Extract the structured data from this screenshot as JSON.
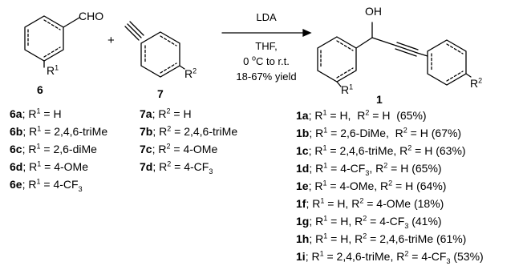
{
  "reactant_aldehyde": {
    "label": "6",
    "group": "CHO",
    "substituent": "R1",
    "entries": [
      {
        "id": "6a",
        "r": "R1",
        "value": "= H"
      },
      {
        "id": "6b",
        "r": "R1",
        "value": "= 2,4,6-triMe"
      },
      {
        "id": "6c",
        "r": "R1",
        "value": "= 2,6-diMe"
      },
      {
        "id": "6d",
        "r": "R1",
        "value": "= 4-OMe"
      },
      {
        "id": "6e",
        "r": "R1",
        "value": "= 4-CF3"
      }
    ]
  },
  "plus_sign": "+",
  "reactant_alkyne": {
    "label": "7",
    "substituent": "R2",
    "entries": [
      {
        "id": "7a",
        "r": "R2",
        "value": "= H"
      },
      {
        "id": "7b",
        "r": "R2",
        "value": "= 2,4,6-triMe"
      },
      {
        "id": "7c",
        "r": "R2",
        "value": "= 4-OMe"
      },
      {
        "id": "7d",
        "r": "R2",
        "value": "= 4-CF3"
      }
    ]
  },
  "conditions": {
    "reagent": "LDA",
    "solvent": "THF,",
    "temperature": "0 oC to r.t.",
    "yield_range": "18-67% yield"
  },
  "product": {
    "label": "1",
    "hydroxyl": "OH",
    "substituent_1": "R1",
    "substituent_2": "R2",
    "entries": [
      {
        "id": "1a",
        "text": "R1 = H,  R2 = H  (65%)"
      },
      {
        "id": "1b",
        "text": "R1 = 2,6-DiMe,  R2 = H (67%)"
      },
      {
        "id": "1c",
        "text": "R1 = 2,4,6-triMe, R2 = H (63%)"
      },
      {
        "id": "1d",
        "text": "R1 = 4-CF3, R2 = H (65%)"
      },
      {
        "id": "1e",
        "text": "R1 = 4-OMe, R2 = H (64%)"
      },
      {
        "id": "1f",
        "text": "R1 = H, R2 = 4-OMe (18%)"
      },
      {
        "id": "1g",
        "text": "R1 = H, R2 = 4-CF3 (41%)"
      },
      {
        "id": "1h",
        "text": "R1 = H, R2 = 2,4,6-triMe (61%)"
      },
      {
        "id": "1i",
        "text": "R1 = 2,4,6-triMe, R2 = 4-CF3 (53%)"
      }
    ]
  }
}
